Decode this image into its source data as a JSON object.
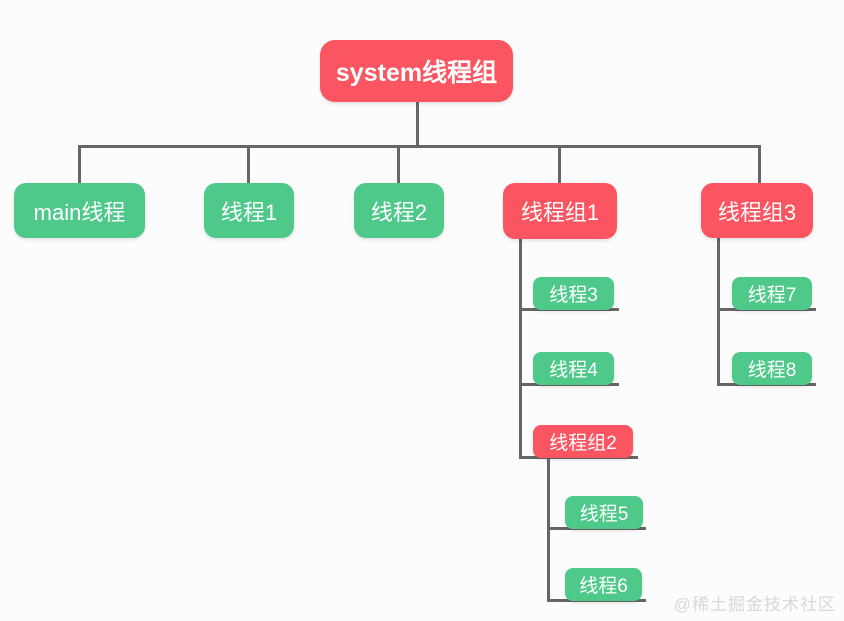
{
  "tree": {
    "label": "system线程组",
    "kind": "group",
    "children": [
      {
        "label": "main线程",
        "kind": "thread",
        "children": []
      },
      {
        "label": "线程1",
        "kind": "thread",
        "children": []
      },
      {
        "label": "线程2",
        "kind": "thread",
        "children": []
      },
      {
        "label": "线程组1",
        "kind": "group",
        "children": [
          {
            "label": "线程3",
            "kind": "thread",
            "children": []
          },
          {
            "label": "线程4",
            "kind": "thread",
            "children": []
          },
          {
            "label": "线程组2",
            "kind": "group",
            "children": [
              {
                "label": "线程5",
                "kind": "thread",
                "children": []
              },
              {
                "label": "线程6",
                "kind": "thread",
                "children": []
              }
            ]
          }
        ]
      },
      {
        "label": "线程组3",
        "kind": "group",
        "children": [
          {
            "label": "线程7",
            "kind": "thread",
            "children": []
          },
          {
            "label": "线程8",
            "kind": "thread",
            "children": []
          }
        ]
      }
    ]
  },
  "colors": {
    "group_node": "#FA5560",
    "thread_node": "#4FC98A",
    "connector": "#666666",
    "background": "#FCFCFC",
    "watermark": "#D8D8D8"
  },
  "watermark": {
    "text": "@稀土掘金技术社区"
  }
}
